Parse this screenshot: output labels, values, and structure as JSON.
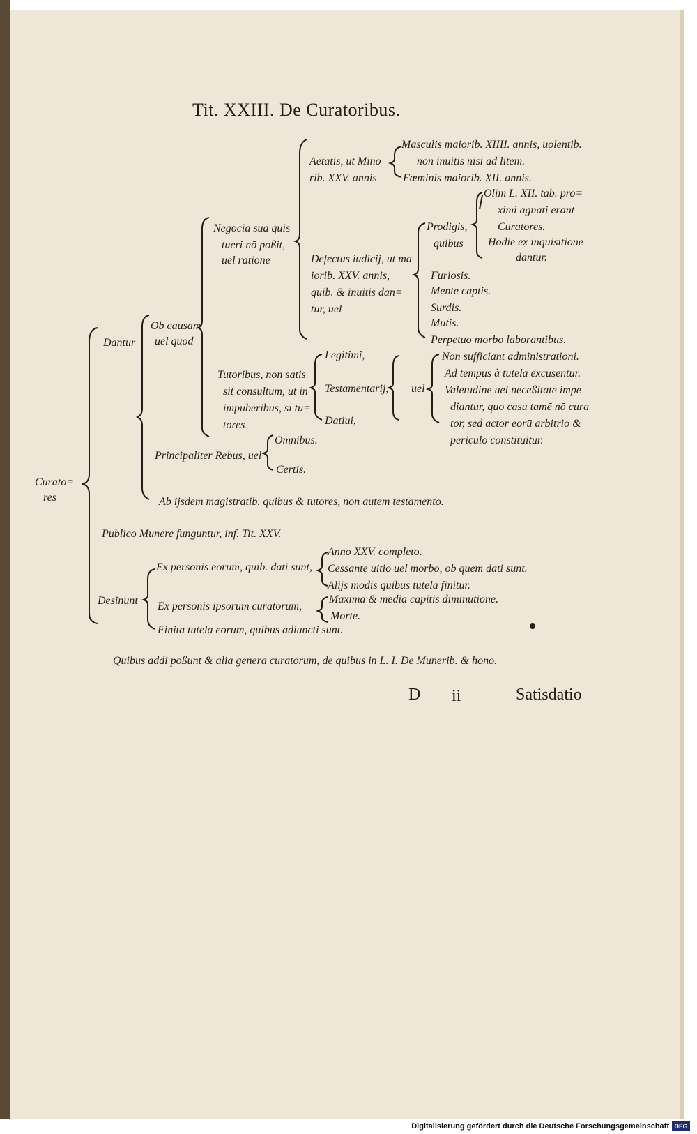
{
  "page": {
    "title": "Tit. XXIII. De Curatoribus.",
    "closing_note": "Quibus addi poßunt & alia genera curatorum, de quibus in L. I. De Munerib. & hono.",
    "signature": "D",
    "signature_num": "ii",
    "catchword": "Satisdatio"
  },
  "tree": {
    "root_1": "Curato=",
    "root_2": "res",
    "dantur": "Dantur",
    "ob_causam_1": "Ob causam",
    "ob_causam_2": "uel quod",
    "negocia_1": "Negocia sua quis",
    "negocia_2": "tueri nō poßit,",
    "negocia_3": "uel ratione",
    "aetatis_1": "Aetatis, ut Mino",
    "aetatis_2": "rib. XXV. annis",
    "masculis_1": "Masculis maiorib. XIIII. annis, uolentib.",
    "masculis_2": "non inuitis nisi ad litem.",
    "foeminis": "Fœminis maiorib. XII. annis.",
    "olim_1": "Olim L. XII. tab. pro=",
    "olim_2": "ximi agnati erant",
    "olim_3": "Curatores.",
    "hodie_1": "Hodie ex inquisitione",
    "hodie_2": "dantur.",
    "prodigis_1": "Prodigis,",
    "prodigis_2": "quibus",
    "defectus_1": "Defectus iudicij, ut ma",
    "defectus_2": "iorib. XXV. annis,",
    "defectus_3": "quib. & inuitis dan=",
    "defectus_4": "tur, uel",
    "furiosis": "Furiosis.",
    "mente_captis": "Mente captis.",
    "surdis": "Surdis.",
    "mutis": "Mutis.",
    "perpetuo": "Perpetuo morbo laborantibus.",
    "legitimi": "Legitimi,",
    "testamentarij": "Testamentarij,",
    "datiui": "Datiui,",
    "uel": "uel",
    "tutoribus_1": "Tutoribus, non satis",
    "tutoribus_2": "sit consultum, ut in",
    "tutoribus_3": "impuberibus, si tu=",
    "tutoribus_4": "tores",
    "non_sufficiant": "Non sufficiant administrationi.",
    "ad_tempus": "Ad tempus à tutela excusentur.",
    "valetudine_1": "Valetudine uel neceßitate impe",
    "valetudine_2": "diantur, quo casu tamē nō cura",
    "valetudine_3": "tor, sed actor eorū arbitrio &",
    "valetudine_4": "periculo constituitur.",
    "principaliter": "Principaliter Rebus, uel",
    "omnibus": "Omnibus.",
    "certis": "Certis.",
    "ab_ijsdem": "Ab ijsdem magistratib. quibus & tutores, non autem testamento.",
    "publico": "Publico Munere funguntur, inf. Tit. XXV.",
    "desinunt": "Desinunt",
    "ex_personis_1": "Ex personis eorum, quib. dati sunt,",
    "anno": "Anno XXV. completo.",
    "cessante": "Cessante uitio uel morbo, ob quem dati sunt.",
    "alijs": "Alijs modis quibus tutela finitur.",
    "ex_personis_2": "Ex personis ipsorum curatorum,",
    "maxima": "Maxima & media capitis diminutione.",
    "morte": "Morte.",
    "finita": "Finita tutela eorum, quibus adiuncti sunt."
  },
  "footer": {
    "text": "Digitalisierung gefördert durch die Deutsche Forschungsgemeinschaft",
    "logo": "DFG"
  }
}
